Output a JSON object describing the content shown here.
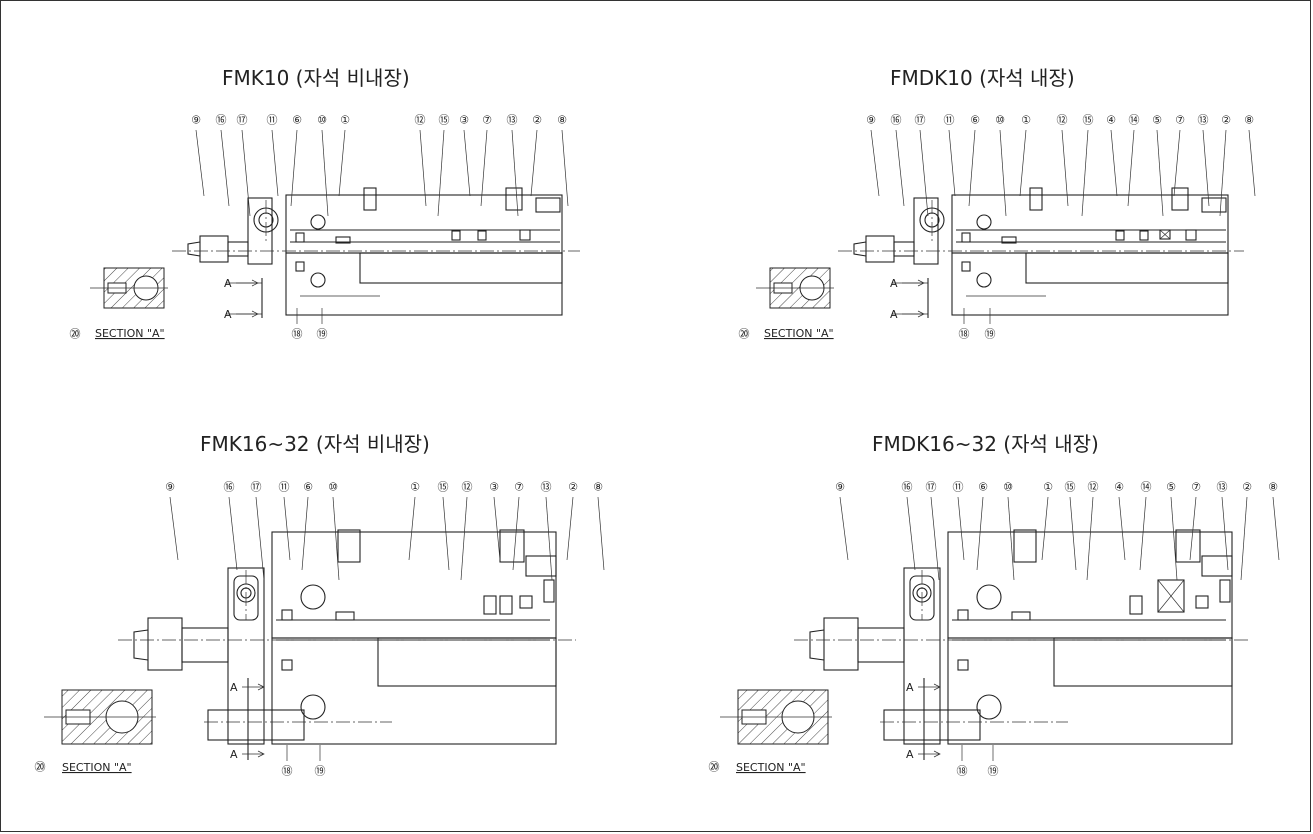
{
  "panels": [
    {
      "id": "fmk10",
      "title": "FMK10 (자석 비내장)",
      "callouts": [
        "⑨",
        "⑯",
        "⑰",
        "⑪",
        "⑥",
        "⑩",
        "①",
        "⑫",
        "⑮",
        "③",
        "⑦",
        "⑬",
        "②",
        "⑧"
      ],
      "bottom_callouts": [
        "⑱",
        "⑲"
      ],
      "section_callout": "⑳",
      "section_label": "SECTION \"A\"",
      "section_marks": [
        "A",
        "A"
      ]
    },
    {
      "id": "fmdk10",
      "title": "FMDK10 (자석 내장)",
      "callouts": [
        "⑨",
        "⑯",
        "⑰",
        "⑪",
        "⑥",
        "⑩",
        "①",
        "⑫",
        "⑮",
        "④",
        "⑭",
        "⑤",
        "⑦",
        "⑬",
        "②",
        "⑧"
      ],
      "bottom_callouts": [
        "⑱",
        "⑲"
      ],
      "section_callout": "⑳",
      "section_label": "SECTION \"A\"",
      "section_marks": [
        "A",
        "A"
      ]
    },
    {
      "id": "fmk16",
      "title": "FMK16~32 (자석 비내장)",
      "callouts": [
        "⑨",
        "⑯",
        "⑰",
        "⑪",
        "⑥",
        "⑩",
        "①",
        "⑮",
        "⑫",
        "③",
        "⑦",
        "⑬",
        "②",
        "⑧"
      ],
      "bottom_callouts": [
        "⑱",
        "⑲"
      ],
      "section_callout": "⑳",
      "section_label": "SECTION \"A\"",
      "section_marks": [
        "A",
        "A"
      ]
    },
    {
      "id": "fmdk16",
      "title": "FMDK16~32 (자석 내장)",
      "callouts": [
        "⑨",
        "⑯",
        "⑰",
        "⑪",
        "⑥",
        "⑩",
        "①",
        "⑮",
        "⑫",
        "④",
        "⑭",
        "⑤",
        "⑦",
        "⑬",
        "②",
        "⑧"
      ],
      "bottom_callouts": [
        "⑱",
        "⑲"
      ],
      "section_callout": "⑳",
      "section_label": "SECTION \"A\"",
      "section_marks": [
        "A",
        "A"
      ]
    }
  ]
}
